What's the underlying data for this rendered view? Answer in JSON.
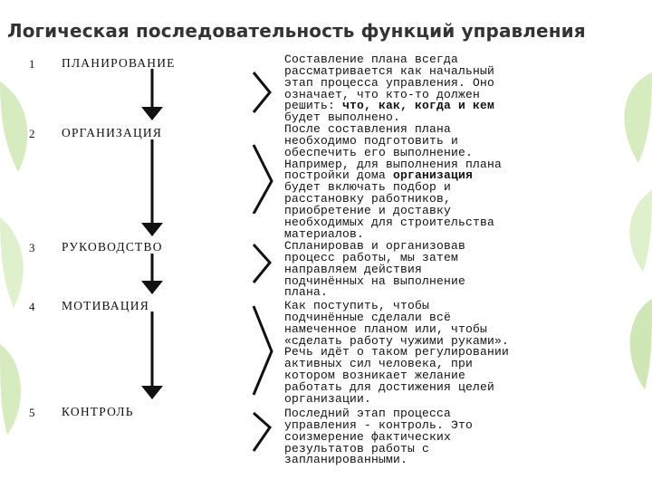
{
  "title": "Логическая последовательность функций управления",
  "stages": [
    {
      "num": "1",
      "name": "ПЛАНИРОВАНИЕ"
    },
    {
      "num": "2",
      "name": "ОРГАНИЗАЦИЯ"
    },
    {
      "num": "3",
      "name": "РУКОВОДСТВО"
    },
    {
      "num": "4",
      "name": "МОТИВАЦИЯ"
    },
    {
      "num": "5",
      "name": "КОНТРОЛЬ"
    }
  ],
  "descriptions": [
    {
      "lines": [
        [
          "Составление плана всегда"
        ],
        [
          "рассматривается как начальный"
        ],
        [
          "этап процесса управления. Оно"
        ],
        [
          "означает, что кто-то должен"
        ],
        [
          "решить: ",
          {
            "b": "что, как, когда и кем"
          }
        ],
        [
          "будет выполнено."
        ],
        [
          "После составления плана"
        ],
        [
          "необходимо подготовить и"
        ],
        [
          "обеспечить его выполнение."
        ],
        [
          "Например, для выполнения плана"
        ],
        [
          "постройки дома ",
          {
            "b": "организация"
          }
        ],
        [
          "будет включать подбор и"
        ],
        [
          "расстановку работников,"
        ],
        [
          "приобретение и доставку"
        ],
        [
          "необходимых для строительства"
        ],
        [
          "материалов."
        ]
      ]
    },
    {
      "lines": [
        [
          "Спланировав и организовав"
        ],
        [
          "процесс работы, мы затем"
        ],
        [
          "направляем действия"
        ],
        [
          "подчинённых на выполнение"
        ],
        [
          "плана."
        ]
      ]
    },
    {
      "lines": [
        [
          "Как поступить, чтобы"
        ],
        [
          "подчинённые сделали всё"
        ],
        [
          "намеченное планом или, чтобы"
        ],
        [
          "«сделать работу чужими руками»."
        ],
        [
          "Речь идёт о таком регулировании"
        ],
        [
          "активных сил человека, при"
        ],
        [
          "котором возникает желание"
        ],
        [
          "работать для достижения целей"
        ],
        [
          "организации."
        ]
      ]
    },
    {
      "lines": [
        [
          "Последний этап процесса"
        ],
        [
          "управления - контроль. Это"
        ],
        [
          "соизмерение фактических"
        ],
        [
          "результатов работы с"
        ],
        [
          "запланированными."
        ]
      ]
    }
  ],
  "colors": {
    "leaf": "#cfe7b4",
    "ink": "#111111"
  }
}
